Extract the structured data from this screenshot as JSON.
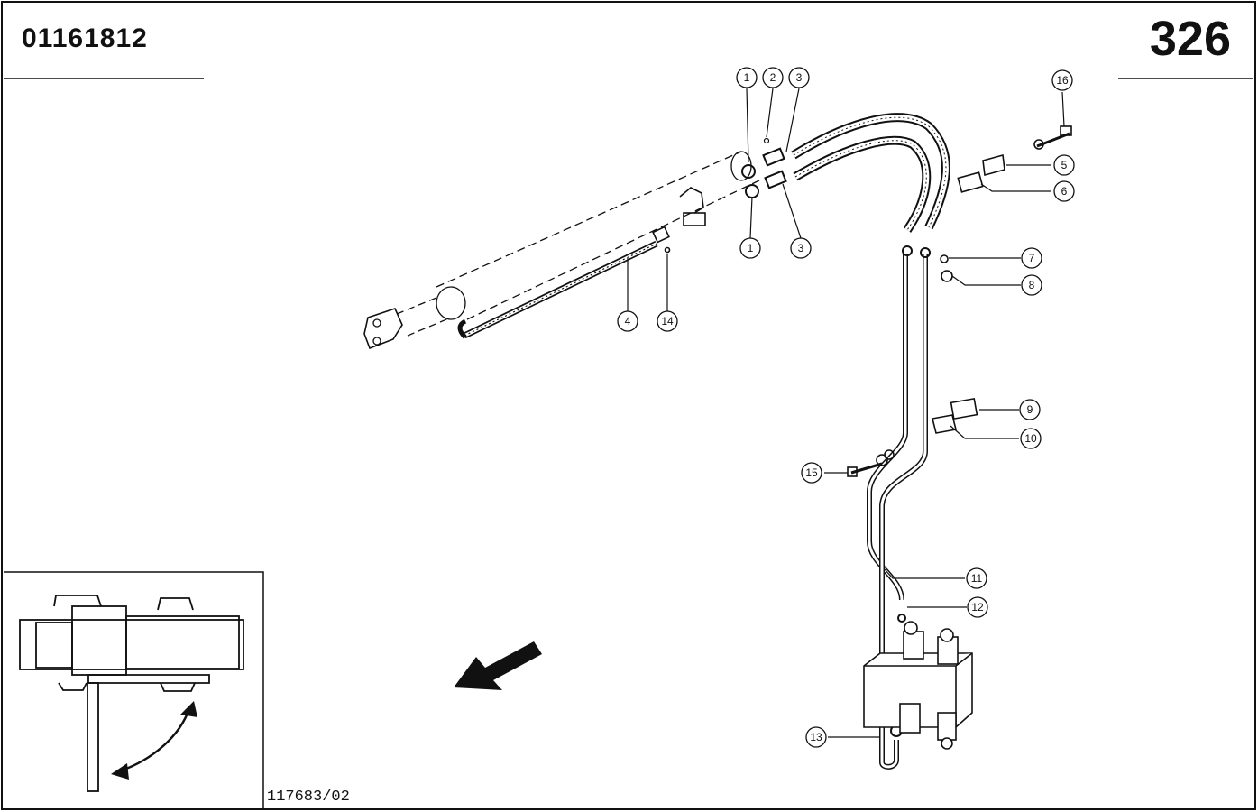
{
  "header": {
    "part_number": "01161812",
    "page_number": "326"
  },
  "footer": {
    "drawing_reference": "117683/02"
  },
  "callouts": [
    {
      "id": "c1a",
      "label": "1"
    },
    {
      "id": "c1b",
      "label": "1"
    },
    {
      "id": "c2",
      "label": "2"
    },
    {
      "id": "c3a",
      "label": "3"
    },
    {
      "id": "c3b",
      "label": "3"
    },
    {
      "id": "c4",
      "label": "4"
    },
    {
      "id": "c5",
      "label": "5"
    },
    {
      "id": "c6",
      "label": "6"
    },
    {
      "id": "c7",
      "label": "7"
    },
    {
      "id": "c8",
      "label": "8"
    },
    {
      "id": "c9",
      "label": "9"
    },
    {
      "id": "c10",
      "label": "10"
    },
    {
      "id": "c11",
      "label": "11"
    },
    {
      "id": "c12",
      "label": "12"
    },
    {
      "id": "c13",
      "label": "13"
    },
    {
      "id": "c14",
      "label": "14"
    },
    {
      "id": "c15",
      "label": "15"
    },
    {
      "id": "c16",
      "label": "16"
    }
  ]
}
